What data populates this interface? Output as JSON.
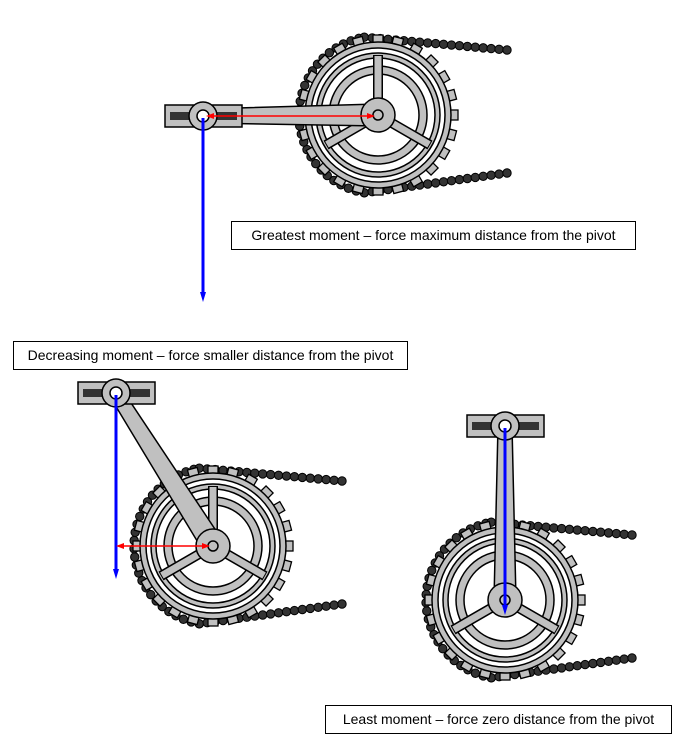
{
  "diagram": {
    "title": "Moment of force on a bicycle crank at three positions",
    "colors": {
      "force_arrow": "#0000ff",
      "distance_arrow": "#ff0000",
      "metal": "#c0c0c0",
      "chain": "#333333",
      "outline": "#000000"
    },
    "panels": [
      {
        "id": "greatest",
        "caption": "Greatest moment – force maximum distance from the pivot",
        "crank_position": "horizontal",
        "force_direction": "down",
        "perpendicular_distance": "maximum"
      },
      {
        "id": "decreasing",
        "caption": "Decreasing moment – force smaller distance from the pivot",
        "crank_position": "angled",
        "force_direction": "down",
        "perpendicular_distance": "smaller"
      },
      {
        "id": "least",
        "caption": "Least moment – force zero distance from the pivot",
        "crank_position": "vertical",
        "force_direction": "down",
        "perpendicular_distance": "zero"
      }
    ]
  }
}
